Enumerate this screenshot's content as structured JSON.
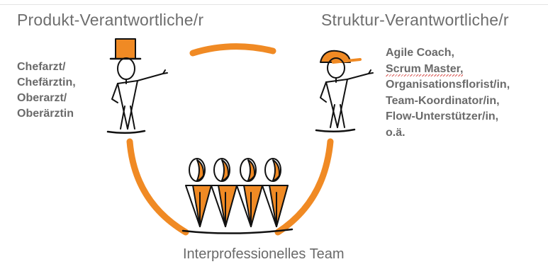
{
  "diagram": {
    "product_owner_title": "Produkt-Verantwortliche/r",
    "structure_owner_title": "Struktur-Verantwortliche/r",
    "product_owner_roles": [
      "Chefarzt/",
      "Chefärztin,",
      "Oberarzt/",
      "Oberärztin"
    ],
    "structure_owner_roles": [
      "Agile Coach,",
      "Scrum Master,",
      "Organisationsflorist/in,",
      "Team-Koordinator/in,",
      "Flow-Unterstützer/in,",
      "o.ä."
    ],
    "team_title": "Interprofessionelles Team"
  },
  "colors": {
    "accent": "#f08a24",
    "text": "#6b6b6b",
    "line": "#111111"
  }
}
